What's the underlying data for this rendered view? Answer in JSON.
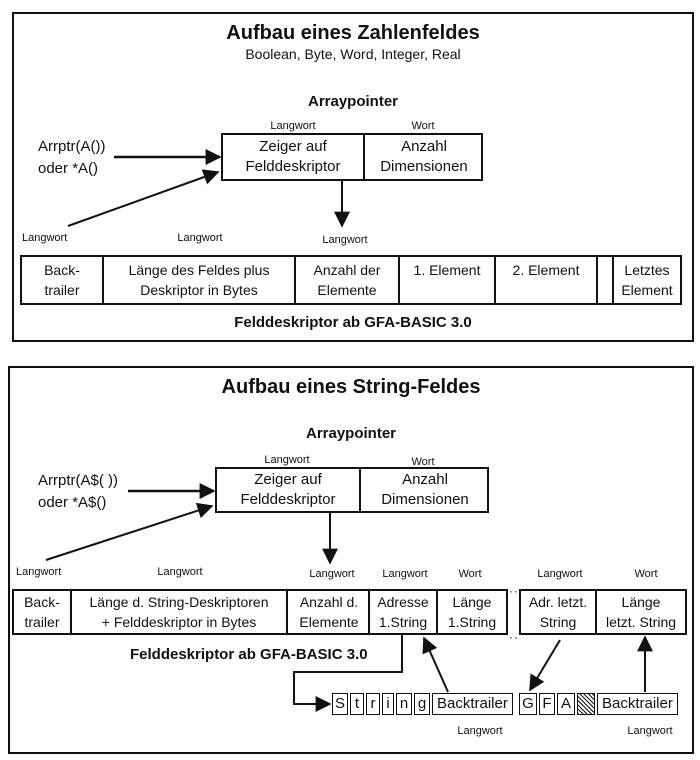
{
  "numeric_field": {
    "title": "Aufbau eines Zahlenfeldes",
    "subtitle": "Boolean, Byte, Word, Integer, Real",
    "arraypointer_heading": "Arraypointer",
    "pointer_labels": [
      "Arrptr(A())",
      "oder *A()"
    ],
    "arraypointer_cells": [
      {
        "size": "Langwort",
        "lines": [
          "Zeiger auf",
          "Felddeskriptor"
        ]
      },
      {
        "size": "Wort",
        "lines": [
          "Anzahl",
          "Dimensionen"
        ]
      }
    ],
    "descriptor_size_labels": [
      "Langwort",
      "Langwort",
      "Langwort"
    ],
    "descriptor_cells": [
      {
        "lines": [
          "Back-",
          "trailer"
        ]
      },
      {
        "lines": [
          "Länge des Feldes plus",
          "Deskriptor in Bytes"
        ]
      },
      {
        "lines": [
          "Anzahl der",
          "Elemente"
        ]
      },
      {
        "lines": [
          "1. Element",
          ""
        ]
      },
      {
        "lines": [
          "2. Element",
          ""
        ]
      },
      {
        "lines": [
          "",
          ""
        ]
      },
      {
        "lines": [
          "Letztes",
          "Element"
        ]
      }
    ],
    "descriptor_caption": "Felddeskriptor ab GFA-BASIC 3.0"
  },
  "string_field": {
    "title": "Aufbau eines String-Feldes",
    "arraypointer_heading": "Arraypointer",
    "pointer_labels": [
      "Arrptr(A$( ))",
      "oder *A$()"
    ],
    "arraypointer_cells": [
      {
        "size": "Langwort",
        "lines": [
          "Zeiger auf",
          "Felddeskriptor"
        ]
      },
      {
        "size": "Wort",
        "lines": [
          "Anzahl",
          "Dimensionen"
        ]
      }
    ],
    "descriptor_size_labels": [
      "Langwort",
      "Langwort",
      "Langwort",
      "Langwort",
      "Wort",
      "Langwort",
      "Wort"
    ],
    "descriptor_cells": [
      {
        "lines": [
          "Back-",
          "trailer"
        ]
      },
      {
        "lines": [
          "Länge d. String-Deskriptoren",
          "+ Felddeskriptor in Bytes"
        ]
      },
      {
        "lines": [
          "Anzahl d.",
          "Elemente"
        ]
      },
      {
        "lines": [
          "Adresse",
          "1.String"
        ]
      },
      {
        "lines": [
          "Länge",
          "1.String"
        ]
      }
    ],
    "descriptor_cells_last": [
      {
        "lines": [
          "Adr. letzt.",
          "String"
        ]
      },
      {
        "lines": [
          "Länge",
          "letzt. String"
        ]
      }
    ],
    "descriptor_caption": "Felddeskriptor ab GFA-BASIC 3.0",
    "first_string_chars": [
      "S",
      "t",
      "r",
      "i",
      "n",
      "g"
    ],
    "last_string_chars": [
      "G",
      "F",
      "A"
    ],
    "backtrailer_label": "Backtrailer",
    "backtrailer_size_labels": [
      "Langwort",
      "Langwort"
    ]
  }
}
